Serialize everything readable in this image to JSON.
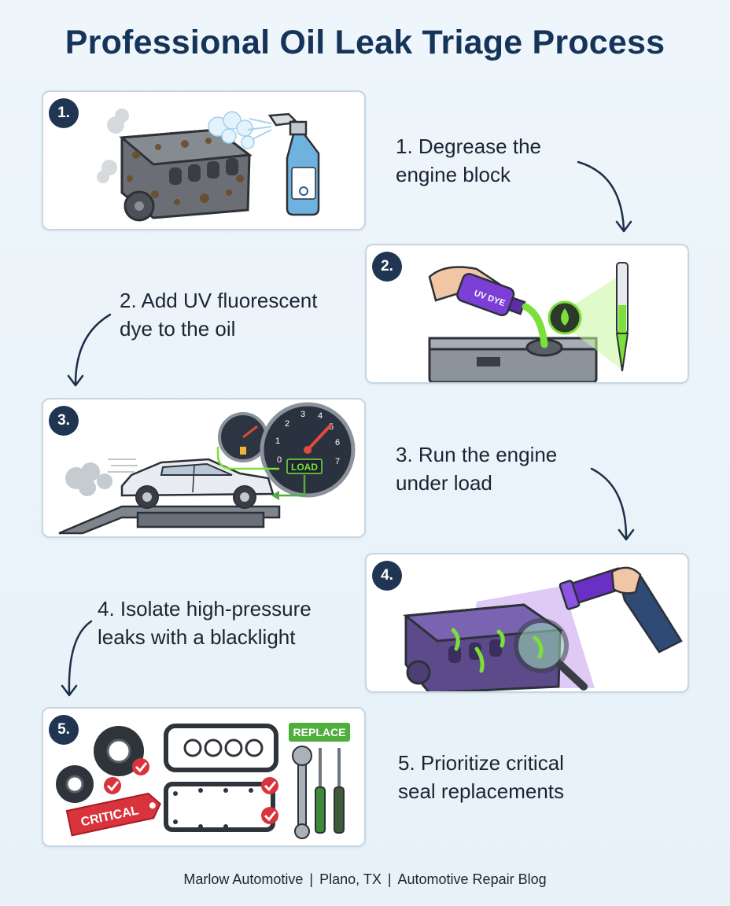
{
  "title": "Professional Oil Leak Triage Process",
  "steps": [
    {
      "badge": "1.",
      "caption": "1. Degrease the\nengine block"
    },
    {
      "badge": "2.",
      "caption": "2. Add UV fluorescent\ndye to the oil"
    },
    {
      "badge": "3.",
      "caption": "3. Run the engine\nunder load"
    },
    {
      "badge": "4.",
      "caption": "4. Isolate high-pressure\nleaks with a blacklight"
    },
    {
      "badge": "5.",
      "caption": "5. Prioritize critical\nseal replacements"
    }
  ],
  "labels": {
    "uv_dye_bottle": "UV DYE",
    "gauge_load": "LOAD",
    "tag_critical": "CRITICAL",
    "tag_replace": "REPLACE",
    "tach_ticks": [
      "0",
      "1",
      "2",
      "3",
      "4",
      "5",
      "6",
      "7"
    ]
  },
  "footer": {
    "business": "Marlow Automotive",
    "location": "Plano, TX",
    "blog": "Automotive Repair Blog"
  },
  "colors": {
    "title": "#16345a",
    "badge": "#1f3552",
    "uv_green": "#7be03a",
    "uv_purple": "#7b3fd6",
    "critical_red": "#d9333b",
    "replace_green": "#4fae3c"
  },
  "icons": [
    "degreaser-spray-icon",
    "uv-dye-bottle-icon",
    "dyno-car-icon",
    "blacklight-flashlight-icon",
    "gasket-seal-icon"
  ]
}
